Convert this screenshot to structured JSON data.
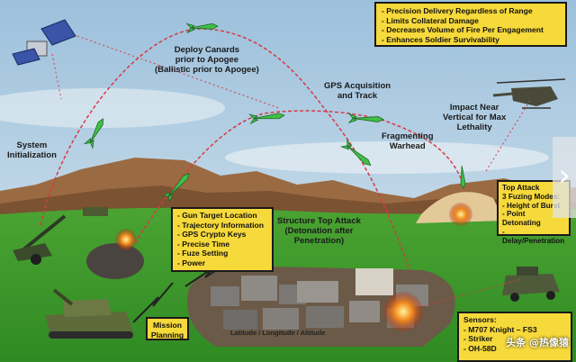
{
  "top_box": {
    "items": [
      "Precision Delivery Regardless of Range",
      "Limits Collateral Damage",
      "Decreases Volume of Fire Per Engagement",
      "Enhances Soldier Survivability"
    ]
  },
  "labels": {
    "system_init": [
      "System",
      "Initialization"
    ],
    "deploy_canards": [
      "Deploy Canards",
      "prior to Apogee",
      "(Ballistic prior to Apogee)"
    ],
    "gps_acq": [
      "GPS Acquisition",
      "and Track"
    ],
    "impact": [
      "Impact Near",
      "Vertical for Max",
      "Lethality"
    ],
    "frag": [
      "Fragmenting",
      "Warhead"
    ],
    "structure_attack": [
      "Structure Top Attack",
      "(Detonation after",
      "Penetration)"
    ],
    "mission_planning": [
      "Mission",
      "Planning"
    ],
    "coords": "Latitude / Longitude / Altitude"
  },
  "gun_box": {
    "items": [
      "Gun Target Location",
      "Trajectory Information",
      "GPS Crypto Keys",
      "Precise Time",
      "Fuze Setting",
      "Power"
    ]
  },
  "top_attack": {
    "title": [
      "Top Attack",
      "3 Fuzing Modes:"
    ],
    "items": [
      "Height of Burst",
      "Point Detonating",
      "Delay/Penetration"
    ]
  },
  "sensors": {
    "title": "Sensors:",
    "items": [
      "M707 Knight – FS3",
      "Striker",
      "OH-58D"
    ]
  },
  "watermark": "头条 @热像猿",
  "nav": {
    "icon": "chevron-right-icon",
    "glyph": "›"
  },
  "colors": {
    "sky_top": "#9cc0dc",
    "sky_bottom": "#d6e6ef",
    "grass": "#3f9a2a",
    "trajectory": "#d73a44",
    "box_fill": "#f6d93a",
    "projectile": "#3fbf47"
  }
}
